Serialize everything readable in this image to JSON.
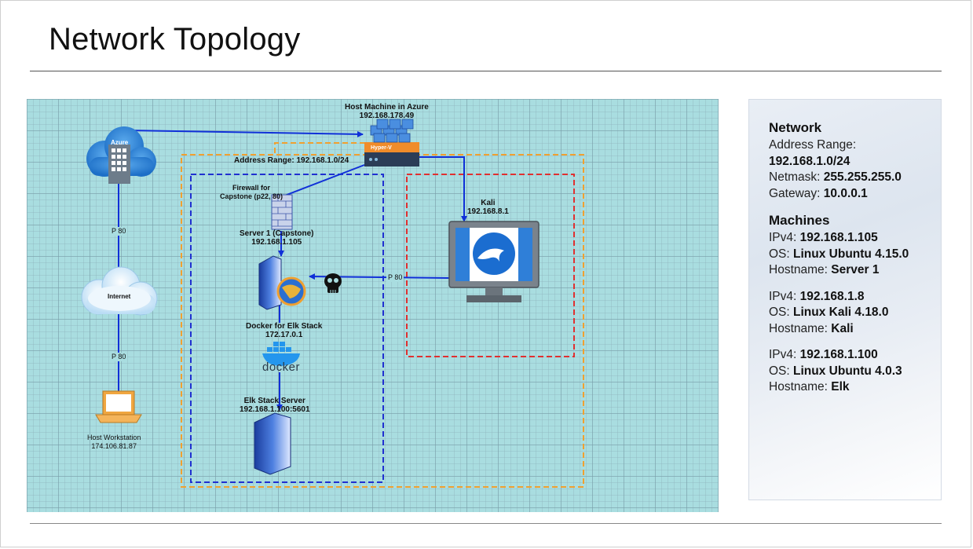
{
  "title": "Network Topology",
  "diagram": {
    "azure_label": "Azure",
    "internet_label": "Internet",
    "host_machine": {
      "name": "Host Machine in Azure",
      "ip": "192.168.178.49"
    },
    "hyperv_label": "Hyper-V",
    "address_range_label": "Address Range: 192.168.1.0/24",
    "firewall": {
      "line1": "Firewall for",
      "line2": "Capstone (p22, 80)"
    },
    "server1": {
      "name": "Server 1 (Capstone)",
      "ip": "192.168.1.105"
    },
    "docker": {
      "name": "Docker for Elk Stack",
      "ip": "172.17.0.1",
      "logo_text": "docker"
    },
    "elk": {
      "name": "Elk Stack Server",
      "ip": "192.168.1.100:5601"
    },
    "kali": {
      "name": "Kali",
      "ip": "192.168.8.1"
    },
    "host_workstation": {
      "name": "Host Workstation",
      "ip": "174.106.81.87"
    },
    "port_labels": {
      "azure_internet": "P 80",
      "internet_workstation": "P 80",
      "kali_server": "P 80"
    },
    "colors": {
      "grid_bg": "#a9dde0",
      "arrow": "#1030d8",
      "orange_zone": "#f0a030",
      "blue_zone": "#2030d0",
      "red_zone": "#e03030"
    },
    "icons": [
      "azure-cloud-icon",
      "internet-cloud-icon",
      "hyperv-server-stack-icon",
      "firewall-icon",
      "server-tower-icon",
      "globe-icon",
      "skull-icon",
      "docker-whale-icon",
      "monitor-kali-icon",
      "laptop-icon"
    ]
  },
  "panel": {
    "network": {
      "heading": "Network",
      "address_range_label": "Address Range:",
      "address_range_value": "192.168.1.0/24",
      "netmask_label": "Netmask: ",
      "netmask_value": "255.255.255.0",
      "gateway_label": "Gateway: ",
      "gateway_value": "10.0.0.1"
    },
    "machines_heading": "Machines",
    "machines": [
      {
        "ipv4_label": "IPv4: ",
        "ipv4": "192.168.1.105",
        "os_label": "OS: ",
        "os": "Linux Ubuntu 4.15.0",
        "host_label": "Hostname: ",
        "hostname": "Server 1"
      },
      {
        "ipv4_label": "IPv4: ",
        "ipv4": "192.168.1.8",
        "os_label": "OS: ",
        "os": "Linux Kali 4.18.0",
        "host_label": "Hostname: ",
        "hostname": "Kali"
      },
      {
        "ipv4_label": "IPv4: ",
        "ipv4": "192.168.1.100",
        "os_label": "OS: ",
        "os": "Linux Ubuntu 4.0.3",
        "host_label": "Hostname: ",
        "hostname": "Elk"
      }
    ]
  }
}
